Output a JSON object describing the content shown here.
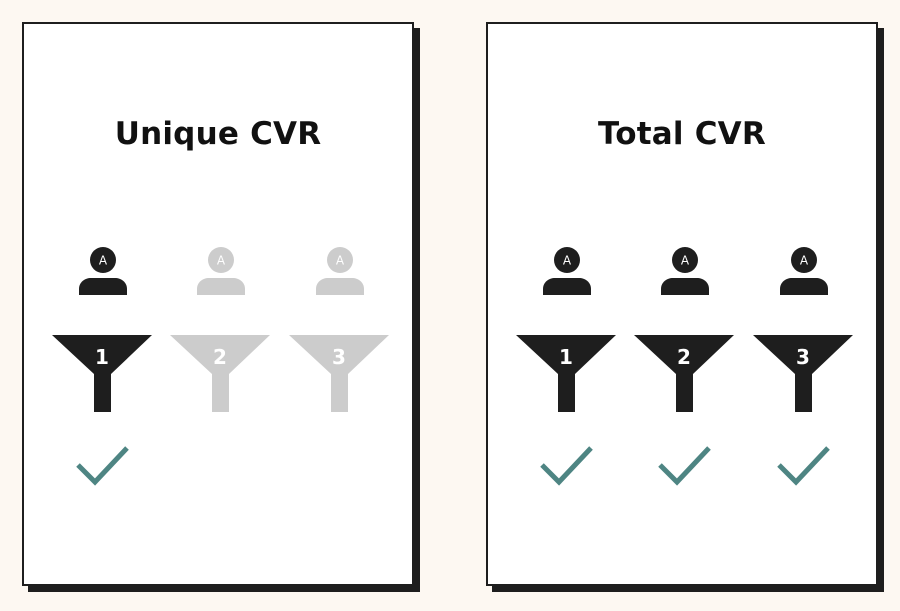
{
  "panels": [
    {
      "title": "Unique CVR",
      "steps": [
        {
          "number": "1",
          "avatar_letter": "A",
          "active": true,
          "converted": true
        },
        {
          "number": "2",
          "avatar_letter": "A",
          "active": false,
          "converted": false
        },
        {
          "number": "3",
          "avatar_letter": "A",
          "active": false,
          "converted": false
        }
      ]
    },
    {
      "title": "Total CVR",
      "steps": [
        {
          "number": "1",
          "avatar_letter": "A",
          "active": true,
          "converted": true
        },
        {
          "number": "2",
          "avatar_letter": "A",
          "active": true,
          "converted": true
        },
        {
          "number": "3",
          "avatar_letter": "A",
          "active": true,
          "converted": true
        }
      ]
    }
  ],
  "colors": {
    "background": "#fdf8f2",
    "card": "#ffffff",
    "active": "#1e1e1e",
    "inactive": "#cccccc",
    "check": "#4e8583"
  },
  "icons": {
    "user": "user-avatar-icon",
    "funnel": "funnel-icon",
    "check": "checkmark-icon"
  }
}
